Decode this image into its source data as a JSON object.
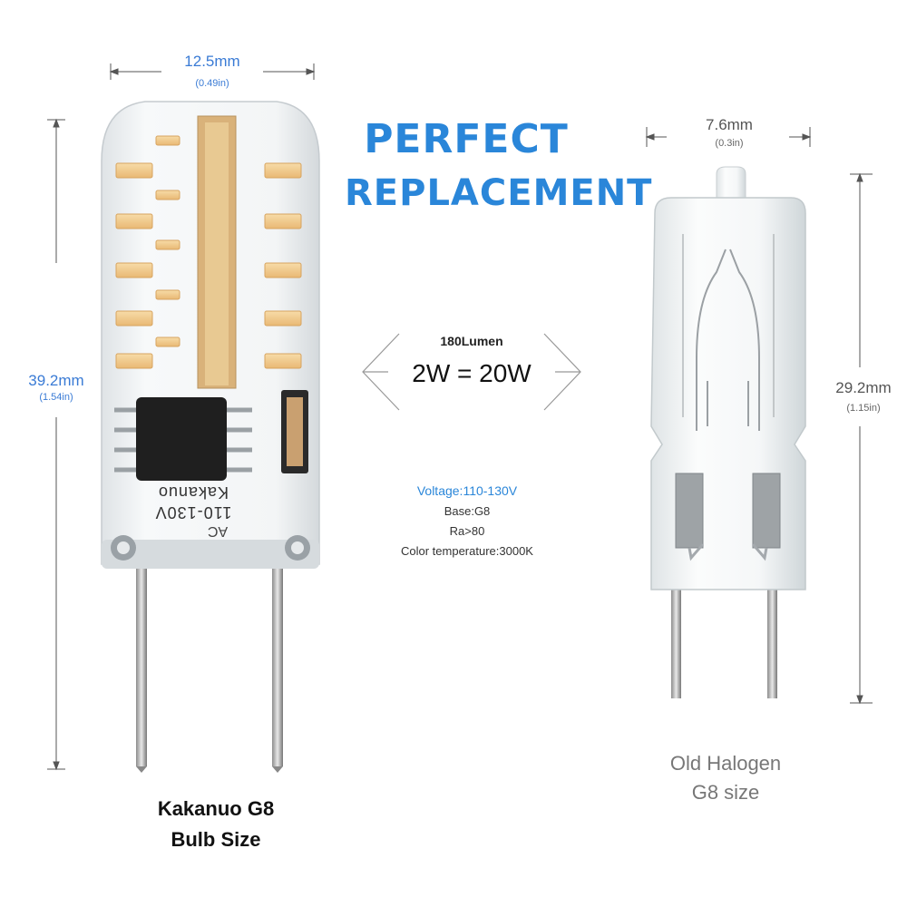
{
  "led": {
    "width_label": "12.5mm",
    "width_label_in": "(0.49in)",
    "height_label": "39.2mm",
    "height_label_in": "(1.54in)",
    "chip_print": "Kakanuo",
    "voltage_print": "110-130V",
    "ac_print": "AC",
    "caption_line1": "Kakanuo G8",
    "caption_line2": "Bulb Size"
  },
  "headline": {
    "line1": "PERFECT",
    "line2": "REPLACEMENT"
  },
  "equivalence": {
    "lumen": "180Lumen",
    "power": "2W = 20W"
  },
  "specs": {
    "voltage_label": "Voltage:",
    "voltage_value": "110-130V",
    "base": "Base:G8",
    "ra": "Ra>80",
    "color_temp": "Color temperature:3000K"
  },
  "halogen": {
    "width_label": "7.6mm",
    "width_label_in": "(0.3in)",
    "height_label": "29.2mm",
    "height_label_in": "(1.15in)",
    "caption_line1": "Old Halogen",
    "caption_line2": "G8 size"
  },
  "colors": {
    "accent_blue": "#2a86d9",
    "led_chip": "#f2c98a"
  }
}
